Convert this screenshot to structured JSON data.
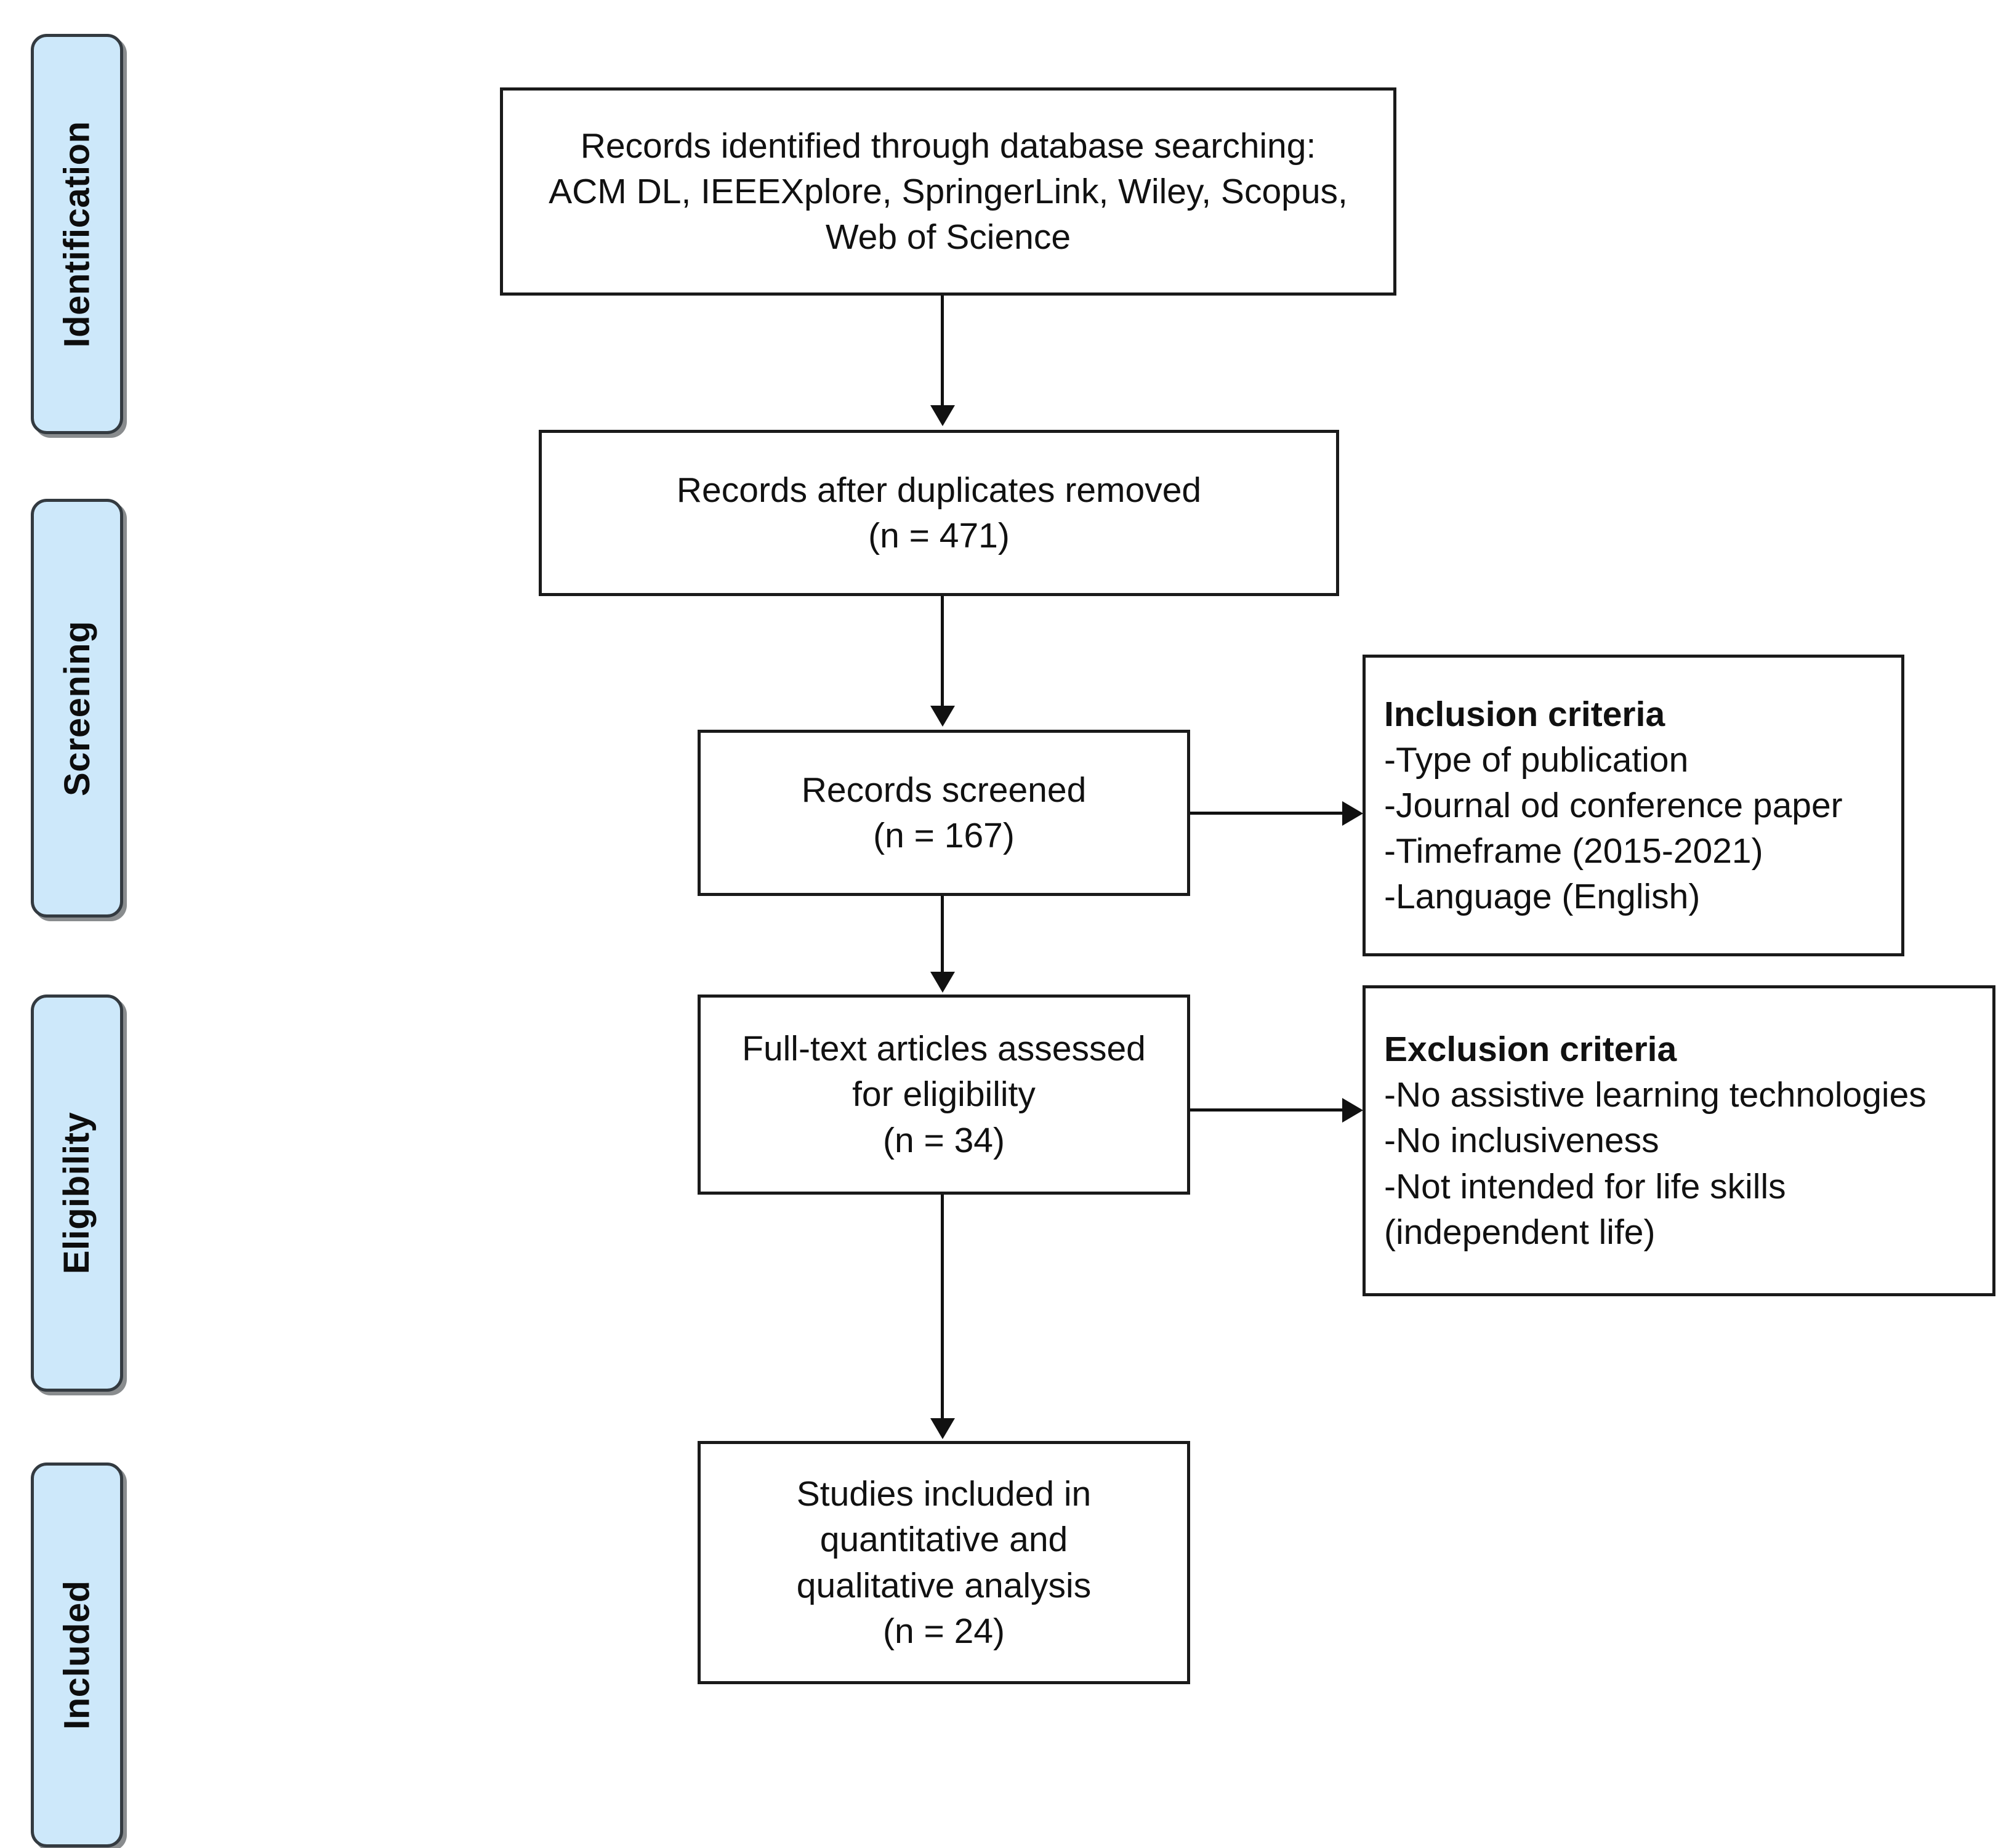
{
  "diagram": {
    "type": "prisma-flow-diagram",
    "stages": [
      {
        "id": "identification",
        "label": "Identification"
      },
      {
        "id": "screening",
        "label": "Screening"
      },
      {
        "id": "eligibility",
        "label": "Eligibility"
      },
      {
        "id": "included",
        "label": "Included"
      }
    ],
    "boxes": {
      "identified": {
        "line1": "Records identified through database searching:",
        "line2": "ACM DL, IEEEXplore, SpringerLink, Wiley, Scopus,",
        "line3": "Web of Science"
      },
      "duplicates_removed": {
        "line1": "Records after duplicates removed",
        "line2": "(n = 471)",
        "count": 471
      },
      "screened": {
        "line1": "Records screened",
        "line2": "(n = 167)",
        "count": 167
      },
      "full_text": {
        "line1": "Full-text articles assessed",
        "line2": "for eligibility",
        "line3": "(n = 34)",
        "count": 34
      },
      "included_studies": {
        "line1": "Studies included in",
        "line2": "quantitative and",
        "line3": "qualitative analysis",
        "line4": "(n = 24)",
        "count": 24
      },
      "inclusion_criteria": {
        "title": "Inclusion criteria",
        "items": [
          "-Type of publication",
          "-Journal od conference paper",
          "-Timeframe (2015-2021)",
          "-Language (English)"
        ]
      },
      "exclusion_criteria": {
        "title": "Exclusion criteria",
        "items": [
          "-No assistive learning technologies",
          "-No inclusiveness",
          "-Not intended for life skills",
          "(independent life)"
        ]
      }
    },
    "colors": {
      "stage_fill": "#cde8fa",
      "stage_border": "#333a40",
      "box_border": "#1a1a1a",
      "connector": "#111111",
      "background": "#ffffff",
      "text": "#111111"
    }
  }
}
